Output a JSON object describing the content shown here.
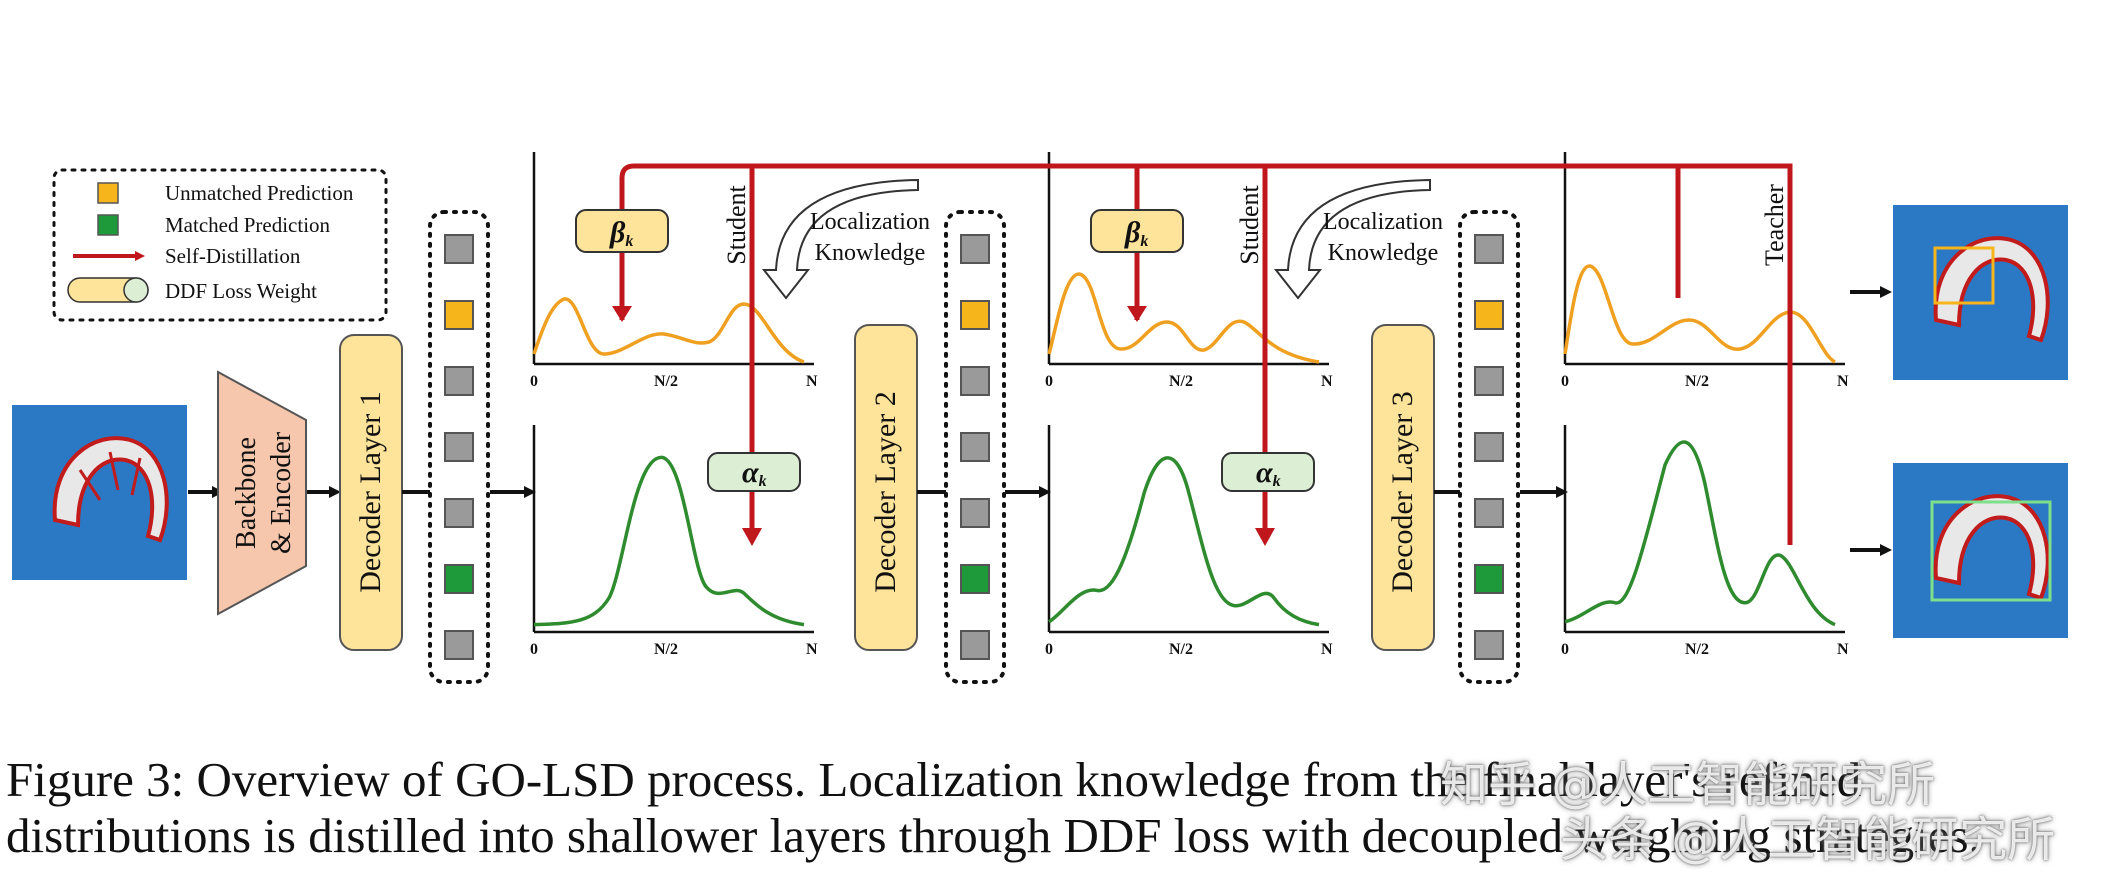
{
  "legend": {
    "unmatched": "Unmatched Prediction",
    "matched": "Matched Prediction",
    "self_distillation": "Self-Distillation",
    "ddf_weight": "DDF Loss Weight"
  },
  "modules": {
    "backbone_line1": "Backbone",
    "backbone_line2": "& Encoder",
    "decoder1": "Decoder Layer 1",
    "decoder2": "Decoder Layer 2",
    "decoder3": "Decoder Layer 3"
  },
  "labels": {
    "student": "Student",
    "teacher": "Teacher",
    "localization_line1": "Localization",
    "localization_line2": "Knowledge",
    "beta": "β",
    "beta_sub": "k",
    "alpha": "α",
    "alpha_sub": "k"
  },
  "axis": {
    "start": "0",
    "mid": "N/2",
    "end": "N"
  },
  "query_columns": [
    [
      "gray",
      "yellow",
      "gray",
      "gray",
      "gray",
      "green",
      "gray"
    ],
    [
      "gray",
      "yellow",
      "gray",
      "gray",
      "gray",
      "green",
      "gray"
    ],
    [
      "gray",
      "yellow",
      "gray",
      "gray",
      "gray",
      "green",
      "gray"
    ]
  ],
  "colors": {
    "red": "#c0171d",
    "orange_curve": "#f0a020",
    "green_curve": "#2e8b2e",
    "yellow_fill": "#fde49a",
    "yellow_query": "#f7b51c",
    "green_query": "#1f9a3a",
    "gray_query": "#9a9a9a",
    "backbone_fill": "#f6c7ad",
    "sky": "#2b78c4",
    "badge_beta": "#fde49a",
    "badge_alpha": "#dcefd5"
  },
  "caption": {
    "line1": "Figure 3:  Overview of GO-LSD process.  Localization knowledge from the final layer's refined",
    "line2": "distributions is distilled into shallower layers through DDF loss with decoupled weighting strategies."
  },
  "watermark": {
    "line1": "知乎 @人工智能研究所",
    "line2": "头条 @人工智能研究所"
  }
}
